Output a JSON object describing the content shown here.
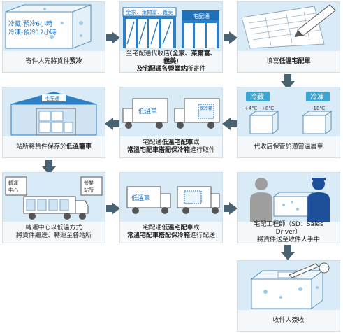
{
  "steps": [
    {
      "id": 1,
      "caption_pre": "寄件人先將貨件",
      "caption_bold": "預冷",
      "box_lines": [
        "冷藏-預冷6小時",
        "冷凍-預冷12小時"
      ]
    },
    {
      "id": 2,
      "caption_line1_pre": "至宅配通代收店(",
      "caption_line1_bold": "全家、萊爾富、義美",
      "caption_line1_post": ")",
      "caption_line2_bold": "及宅配通各營業站",
      "caption_line2_post": "所寄件",
      "sign_text": "全家．萊爾富．義美",
      "logo_text": "宅配通"
    },
    {
      "id": 3,
      "caption_pre": "填寫",
      "caption_bold": "低溫宅配單"
    },
    {
      "id": 4,
      "caption": "代收店保管於適當溫層單",
      "left_label": "冷藏",
      "left_temp": "+4℃~+8℃",
      "right_label": "冷凍",
      "right_temp": "-18℃"
    },
    {
      "id": 5,
      "caption_line1_pre": "宅配通",
      "caption_line1_bold": "低溫宅配車",
      "caption_line1_post": "或",
      "caption_line2_bold": "常溫宅配車搭配保冷箱",
      "caption_line2_post": "進行取件",
      "truck_label": "低溫車",
      "box_label": "保冷箱"
    },
    {
      "id": 6,
      "caption_pre": "站所將貨件保存於",
      "caption_bold": "低溫籠車",
      "logo_text": "宅配通"
    },
    {
      "id": 7,
      "caption_line1": "轉運中心以低溫方式",
      "caption_line2": "將貨件繼送、轉運至各站所",
      "left_sign": "轉運中心",
      "right_sign": "營業站所"
    },
    {
      "id": 8,
      "caption_line1_pre": "宅配通",
      "caption_line1_bold": "低溫宅配車",
      "caption_line1_post": "或",
      "caption_line2_bold": "常溫宅配車搭配保冷箱",
      "caption_line2_post": "進行配送",
      "truck_label": "低溫車"
    },
    {
      "id": 9,
      "caption_line1": "宅配工程師（SD：Sales Driver）",
      "caption_line2": "將貨件送至收件人手中"
    },
    {
      "id": 10,
      "caption": "收件人簽收"
    }
  ],
  "colors": {
    "panel": "#d9ebf7",
    "arrow": "#4a6372",
    "truck": "#ffffff",
    "accent": "#1d6fb8",
    "teal": "#3aa6d6"
  }
}
